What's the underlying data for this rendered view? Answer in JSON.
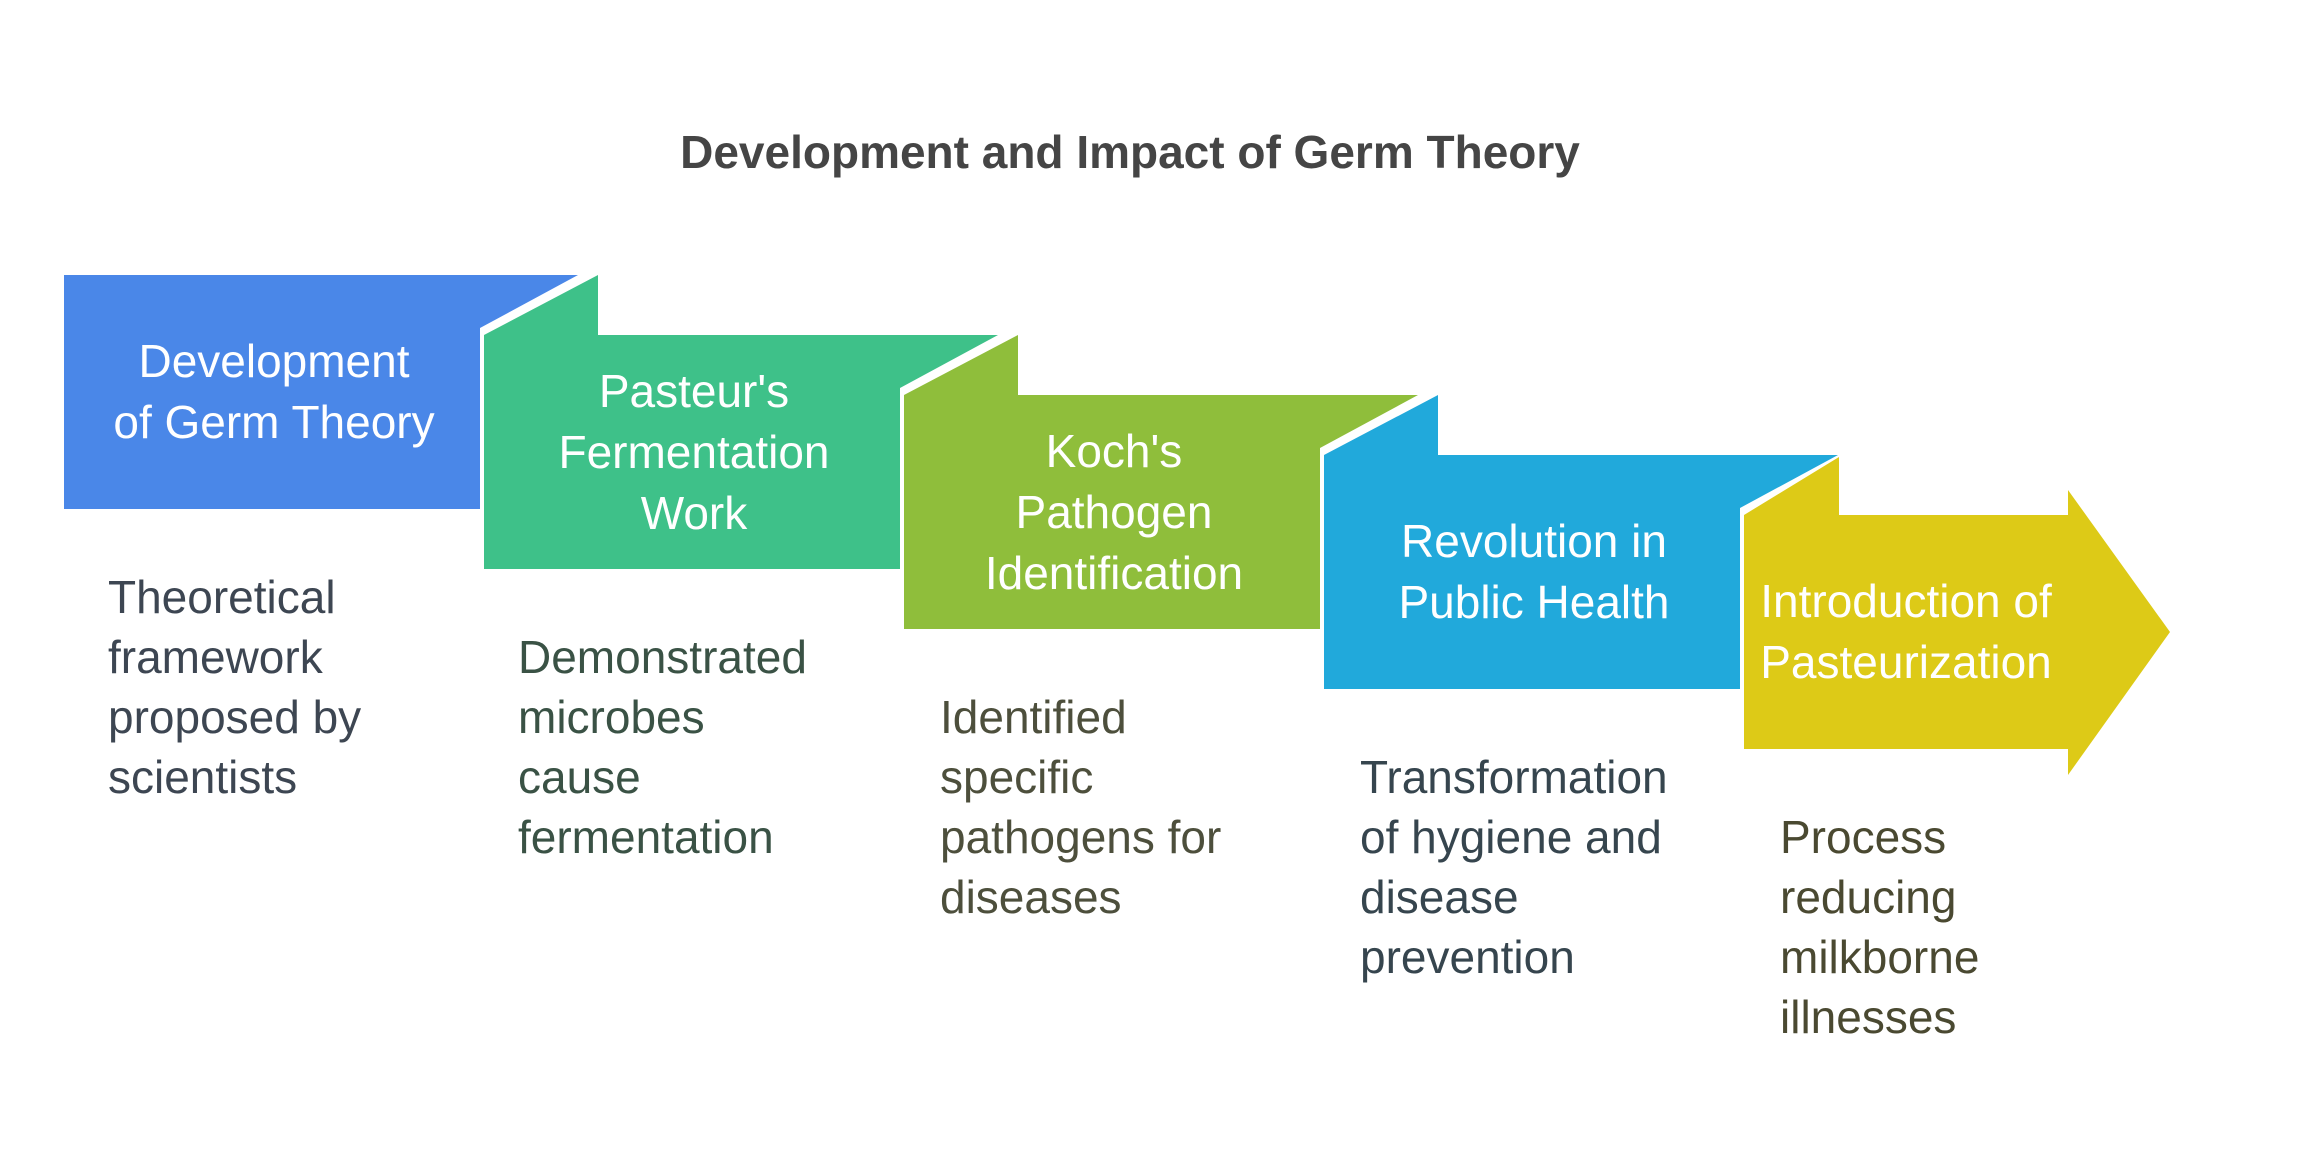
{
  "title": {
    "text": "Development and Impact of Germ Theory",
    "color": "#454545"
  },
  "background_color": "#ffffff",
  "steps": [
    {
      "label": "Development\nof Germ Theory",
      "description": "Theoretical\nframework\nproposed by\nscientists",
      "color": "#4a87e8",
      "text_color": "#ffffff",
      "description_color": "#3d4652",
      "shape": "folded-banner"
    },
    {
      "label": "Pasteur's\nFermentation\nWork",
      "description": "Demonstrated\nmicrobes\ncause\nfermentation",
      "color": "#3ec189",
      "text_color": "#ffffff",
      "description_color": "#3a5245",
      "shape": "folded-banner"
    },
    {
      "label": "Koch's\nPathogen\nIdentification",
      "description": "Identified\nspecific\npathogens for\ndiseases",
      "color": "#8fbe3b",
      "text_color": "#ffffff",
      "description_color": "#4d4f3c",
      "shape": "folded-banner"
    },
    {
      "label": "Revolution in\nPublic Health",
      "description": "Transformation\nof hygiene and\ndisease\nprevention",
      "color": "#21a9db",
      "text_color": "#ffffff",
      "description_color": "#36454e",
      "shape": "folded-banner"
    },
    {
      "label": "Introduction of\nPasteurization",
      "description": "Process\nreducing\nmilkborne\nillnesses",
      "color": "#ddca17",
      "text_color": "#ffffff",
      "description_color": "#4a4931",
      "shape": "arrow-banner"
    }
  ]
}
